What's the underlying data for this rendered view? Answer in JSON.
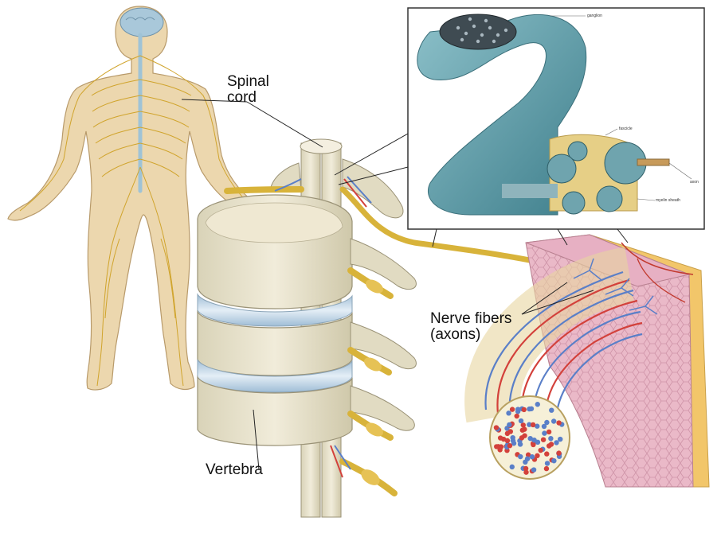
{
  "labels": {
    "spinal_cord_line1": "Spinal",
    "spinal_cord_line2": "cord",
    "nerve_fibers_line1": "Nerve fibers",
    "nerve_fibers_line2": "(axons)",
    "vertebra": "Vertebra"
  },
  "inset_labels": {
    "ganglion": "ganglion",
    "fascicle": "fascicle",
    "axon": "axon",
    "myelin_sheath": "myelin sheath"
  },
  "colors": {
    "skin": "#ecd7ae",
    "nerve_yellow": "#d8b33a",
    "bone": "#e9e4cf",
    "disc": "#b9cfe0",
    "nerve_teal": "#5f9ca8",
    "muscle_pink": "#e6b4c4",
    "fat_yellow": "#f2c66a",
    "fiber_red": "#d3413b",
    "fiber_blue": "#5a7fc8"
  }
}
